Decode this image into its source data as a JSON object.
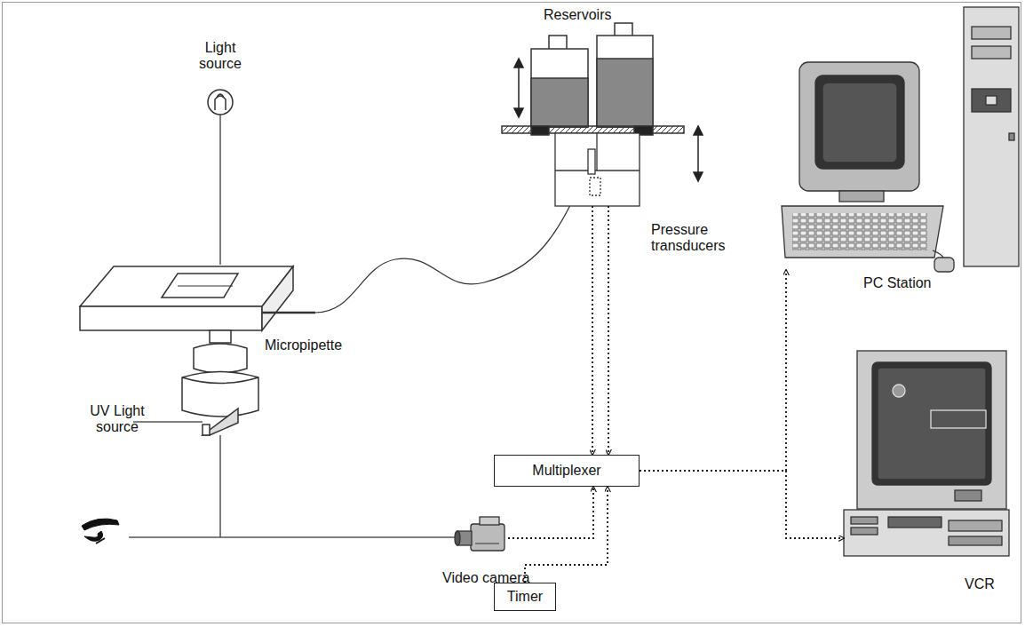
{
  "diagram": {
    "nodes": [
      {
        "text": [
          "Pressure transducers"
        ]
      },
      {
        "text": [
          "Multiplexer"
        ]
      },
      {
        "text": [
          "Video camera"
        ]
      },
      {
        "text": [
          "Timer"
        ]
      },
      {
        "text": [
          "PC Station"
        ]
      },
      {
        "text": [
          "VCR"
        ]
      }
    ],
    "edges": [
      {
        "from": 0,
        "to": 1,
        "arrow": "to"
      },
      {
        "from": 0,
        "to": 1,
        "arrow": "to"
      },
      {
        "from": 2,
        "to": 1,
        "arrow": "to"
      },
      {
        "from": 3,
        "to": 1,
        "arrow": "to"
      },
      {
        "from": 1,
        "to": 4,
        "arrow": "to"
      },
      {
        "from": 1,
        "to": 5,
        "arrow": "to"
      }
    ],
    "labels": [
      "Reservoirs",
      "Light source",
      "Micropipette",
      "UV Light source"
    ]
  }
}
